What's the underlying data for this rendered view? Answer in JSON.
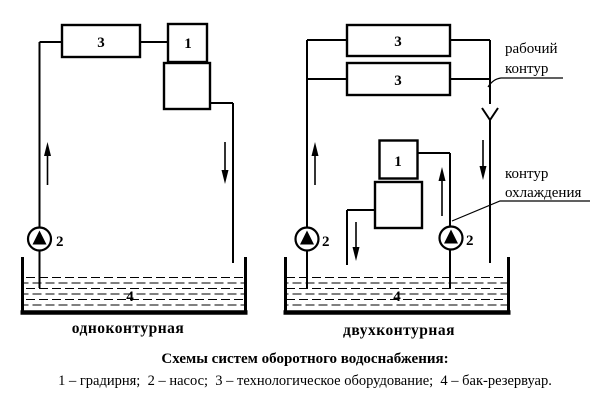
{
  "colors": {
    "ink": "#000000",
    "background": "#ffffff"
  },
  "left_diagram": {
    "caption": "одноконтурная",
    "equipment_label": "3",
    "cooling_tower_label": "1",
    "pump_label": "2",
    "tank_label": "4"
  },
  "right_diagram": {
    "caption": "двухконтурная",
    "equipment_top_label": "3",
    "equipment_bottom_label": "3",
    "cooling_tower_label": "1",
    "pump_left_label": "2",
    "pump_right_label": "2",
    "tank_label": "4",
    "working_circuit_line1": "рабочий",
    "working_circuit_line2": "контур",
    "cooling_circuit_line1": "контур",
    "cooling_circuit_line2": "охлаждения"
  },
  "footer": {
    "title": "Схемы систем оборотного водоснабжения:",
    "legend": "1 – градирня;  2 – насос;  3 – технологическое оборудование;  4 – бак-резервуар."
  }
}
